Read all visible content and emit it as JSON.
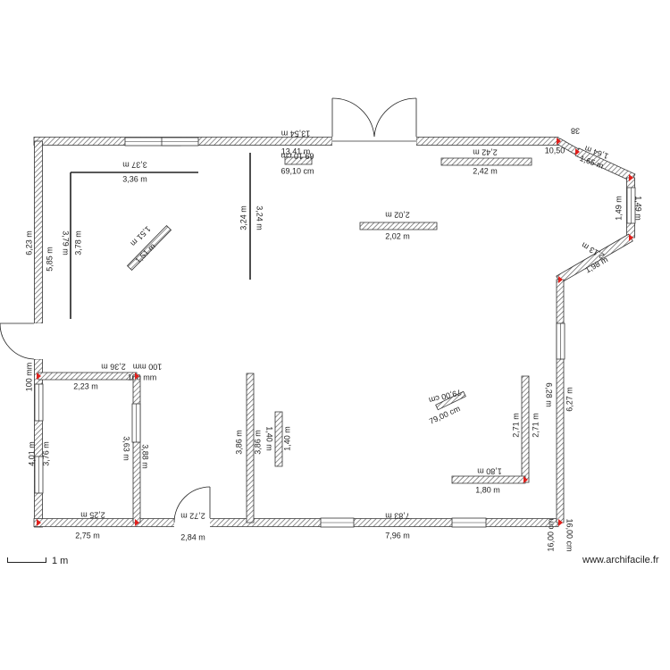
{
  "colors": {
    "wall_outline": "#333333",
    "hatch": "#555555",
    "wall_fill": "#ffffff",
    "marker": "#e0201c",
    "text": "#222222"
  },
  "scale": {
    "label": "1 m"
  },
  "watermark": "www.archifacile.fr",
  "labels": [
    "13,54 m",
    "13,41 m",
    "69,10 cm",
    "69,10 cm",
    "3,37 m",
    "3,36 m",
    "2,42 m",
    "2,42 m",
    "10,50",
    "38",
    "1,64 m",
    "1,65 m",
    "1,49 m",
    "1,49 m",
    "3,24 m",
    "3,24 m",
    "2,02 m",
    "2,02 m",
    "1,51 m",
    "1,51 m",
    "6,23 m",
    "5,85 m",
    "3,79 m",
    "3,78 m",
    "2,13 m",
    "1,98 m",
    "2,36 m",
    "2,23 m",
    "100 mm",
    "100 mm",
    "100 mm",
    "79,00 cm",
    "79,00 cm",
    "6,28 m",
    "6,27 m",
    "2,71 m",
    "2,71 m",
    "1,80 m",
    "1,80 m",
    "3,76 m",
    "4,01 m",
    "3,63 m",
    "3,88 m",
    "3,86 m",
    "3,86 m",
    "1,40 m",
    "1,40 m",
    "2,25 m",
    "2,75 m",
    "2,72 m",
    "2,84 m",
    "7,83 m",
    "7,96 m",
    "16,00 cm",
    "16,00 cm"
  ]
}
